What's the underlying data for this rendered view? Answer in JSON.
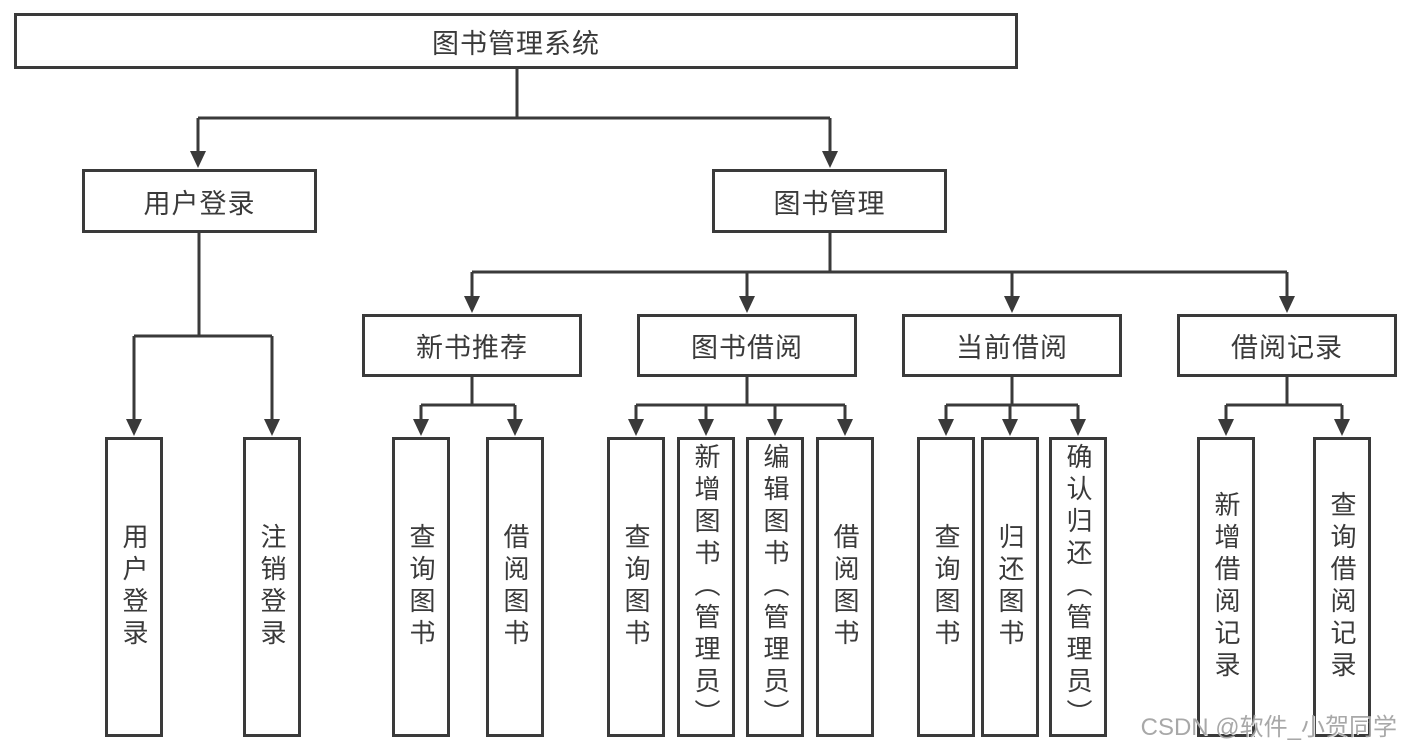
{
  "diagram": {
    "root": {
      "label": "图书管理系统"
    },
    "level2": [
      {
        "label": "用户登录"
      },
      {
        "label": "图书管理"
      }
    ],
    "level3": [
      {
        "label": "新书推荐"
      },
      {
        "label": "图书借阅"
      },
      {
        "label": "当前借阅"
      },
      {
        "label": "借阅记录"
      }
    ],
    "leaves": {
      "user_login": [
        "用户登录",
        "注销登录"
      ],
      "new_books": [
        "查询图书",
        "借阅图书"
      ],
      "book_borrow": [
        "查询图书",
        "新增图书（管理员）",
        "编辑图书（管理员）",
        "借阅图书"
      ],
      "current_borrow": [
        "查询图书",
        "归还图书",
        "确认归还（管理员）"
      ],
      "borrow_records": [
        "新增借阅记录",
        "查询借阅记录"
      ]
    }
  },
  "watermark": "CSDN @软件_小贺同学",
  "colors": {
    "line": "#3a3a3a",
    "text": "#3a3a3a",
    "background": "#ffffff",
    "watermark": "#9e9e9e"
  }
}
